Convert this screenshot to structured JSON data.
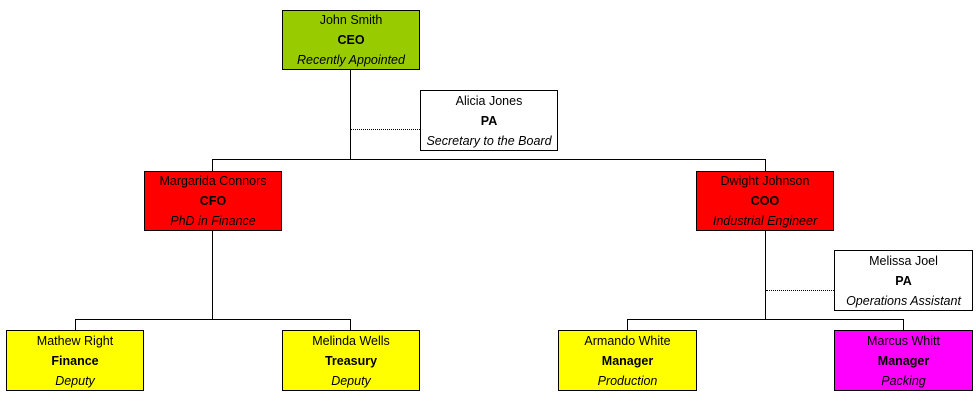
{
  "colors": {
    "ceo_fill": "#99cc00",
    "c_level_fill": "#ff0000",
    "assistant_fill": "#ffffff",
    "staff_fill": "#ffff00",
    "packing_fill": "#ff00ff"
  },
  "ceo": {
    "name": "John Smith",
    "title": "CEO",
    "note": "Recently Appointed"
  },
  "pa_board": {
    "name": "Alicia Jones",
    "title": "PA",
    "note": "Secretary to the Board"
  },
  "cfo": {
    "name": "Margarida Connors",
    "title": "CFO",
    "note": "PhD in Finance"
  },
  "coo": {
    "name": "Dwight Johnson",
    "title": "COO",
    "note": "Industrial Engineer"
  },
  "pa_ops": {
    "name": "Melissa Joel",
    "title": "PA",
    "note": "Operations Assistant"
  },
  "finance": {
    "name": "Mathew Right",
    "title": "Finance",
    "note": "Deputy"
  },
  "treasury": {
    "name": "Melinda Wells",
    "title": "Treasury",
    "note": "Deputy"
  },
  "production": {
    "name": "Armando White",
    "title": "Manager",
    "note": "Production"
  },
  "packing": {
    "name": "Marcus Whitt",
    "title": "Manager",
    "note": "Packing"
  }
}
